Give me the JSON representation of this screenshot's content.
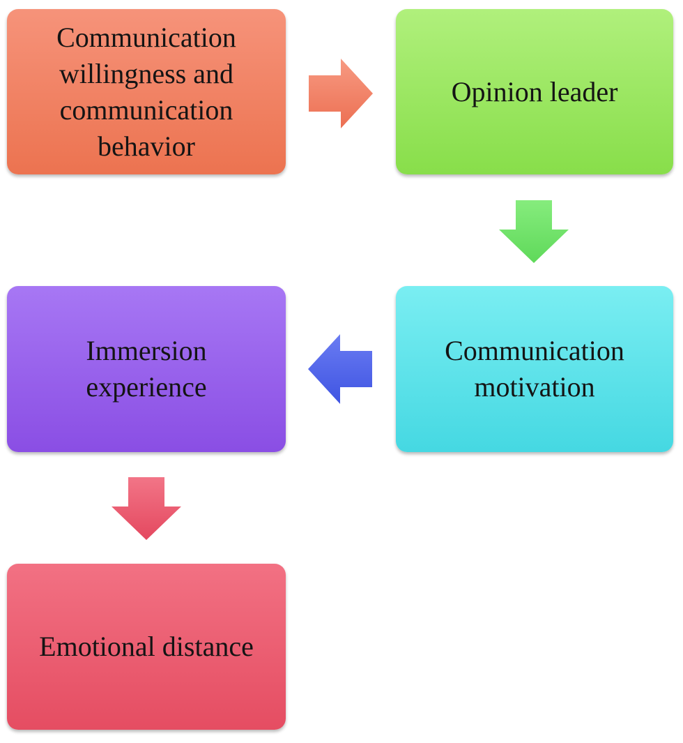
{
  "nodes": [
    {
      "id": "communication-willingness",
      "label": "Communication\nwillingness and\ncommunication\nbehavior",
      "color": "#ee7856"
    },
    {
      "id": "opinion-leader",
      "label": "Opinion leader",
      "color": "#95e35a"
    },
    {
      "id": "communication-motivation",
      "label": "Communication\nmotivation",
      "color": "#55dfe8"
    },
    {
      "id": "immersion-experience",
      "label": "Immersion\nexperience",
      "color": "#955be8"
    },
    {
      "id": "emotional-distance",
      "label": "Emotional distance",
      "color": "#e8576b"
    }
  ],
  "edges": [
    {
      "from": "communication-willingness",
      "to": "opinion-leader",
      "direction": "right",
      "color": "#ef7d63"
    },
    {
      "from": "opinion-leader",
      "to": "communication-motivation",
      "direction": "down",
      "color": "#6fe068"
    },
    {
      "from": "communication-motivation",
      "to": "immersion-experience",
      "direction": "left",
      "color": "#4b5fe8"
    },
    {
      "from": "immersion-experience",
      "to": "emotional-distance",
      "direction": "down",
      "color": "#ea5a6c"
    }
  ]
}
